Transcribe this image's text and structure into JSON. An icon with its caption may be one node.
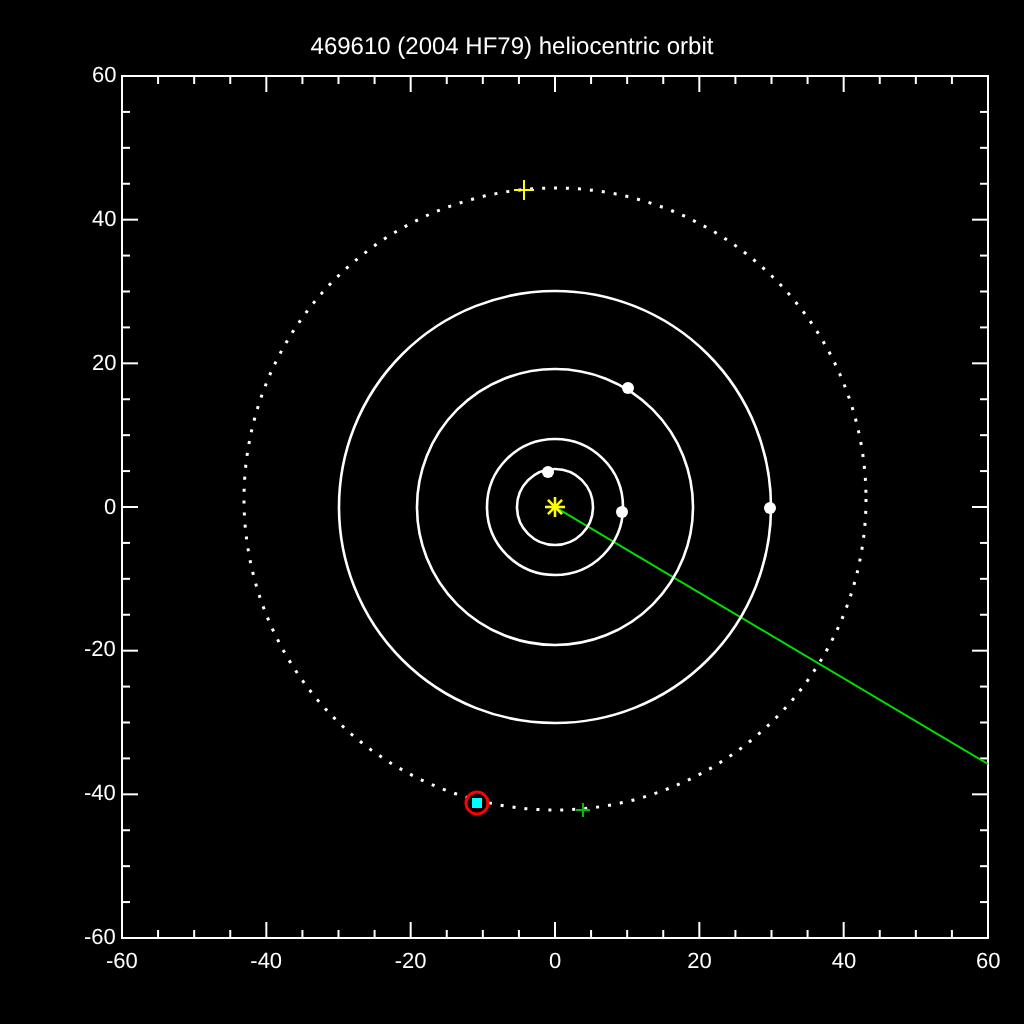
{
  "diagram": {
    "title": "469610 (2004 HF79) heliocentric orbit",
    "labels": [
      "60",
      "40",
      "20",
      "0",
      "-20",
      "-40",
      "-60",
      "-60",
      "-40",
      "-20",
      "0",
      "20",
      "40",
      "60"
    ]
  }
}
